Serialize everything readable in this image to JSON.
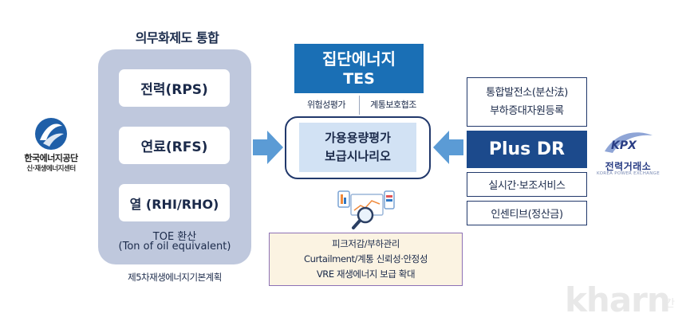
{
  "left_org": {
    "name": "한국에너지공단",
    "subname": "신·재생에너지센터",
    "logo_icon": "kea-logo-icon"
  },
  "left_column": {
    "title": "의무화제도 통합",
    "items": [
      "전력(RPS)",
      "연료(RFS)",
      "열 (RHI/RHO)"
    ],
    "toe_line1": "TOE 환산",
    "toe_line2": "(Ton of oil equivalent)",
    "plan": "제5차재생에너지기본계획"
  },
  "center": {
    "tes_title": "집단에너지",
    "tes_sub": "TES",
    "sub_left": "위험성평가",
    "sub_right": "계통보호협조",
    "main_line1": "가용용량평가",
    "main_line2": "보급시나리오",
    "devices_icon": "devices-magnifier-icon",
    "bottom_lines": [
      "피크저감/부하관리",
      "Curtailment/계통 신뢰성·안정성",
      "VRE 재생에너지 보급 확대"
    ]
  },
  "right_column": {
    "box1_line1": "통합발전소(분산法)",
    "box1_line2": "부하증대자원등록",
    "plus_dr": "Plus DR",
    "box2": "실시간·보조서비스",
    "box3": "인센티브(정산금)"
  },
  "right_org": {
    "name": "전력거래소",
    "sub": "KOREA POWER EXCHANGE",
    "logo_text": "KPX"
  },
  "watermark": {
    "text": "kharn",
    "small": "칸"
  },
  "colors": {
    "panel": "#bfc8dd",
    "tes_blue": "#1a6fb5",
    "plus_dr_blue": "#1c4a8c",
    "arrow_blue": "#5b9bd5",
    "inner_light_blue": "#d2e2f4",
    "purple_border": "#8d71b5",
    "cream": "#fbf3e2"
  }
}
